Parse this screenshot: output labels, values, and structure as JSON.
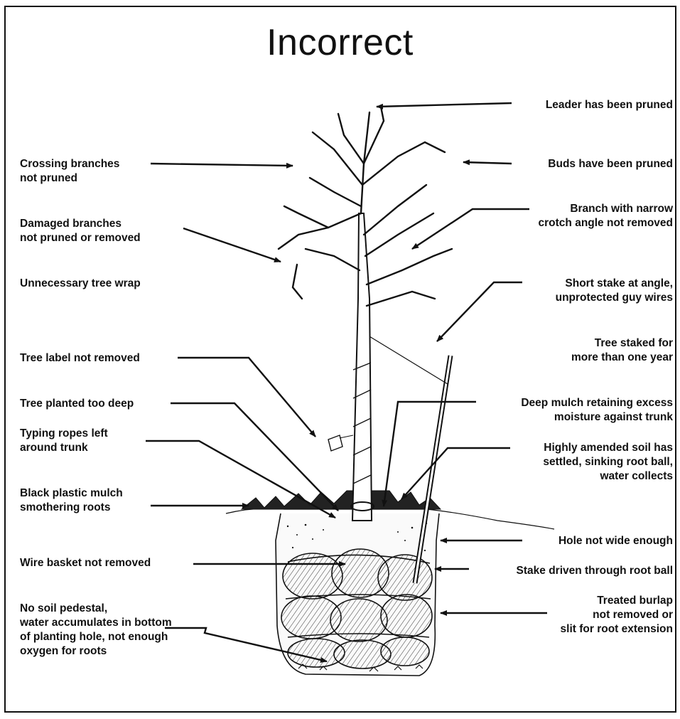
{
  "title": "Incorrect",
  "left_labels": [
    "Crossing branches\nnot pruned",
    "Damaged branches\nnot pruned or removed",
    "Unnecessary tree wrap",
    "Tree label not removed",
    "Tree planted too deep",
    "Typing ropes left\naround trunk",
    "Black plastic mulch\nsmothering roots",
    "Wire basket not removed",
    "No soil pedestal,\nwater accumulates in bottom\nof planting hole, not enough\noxygen for roots"
  ],
  "right_labels": [
    "Leader has been pruned",
    "Buds have been pruned",
    "Branch with narrow\ncrotch angle not removed",
    "Short stake at angle,\nunprotected guy wires",
    "Tree staked for\nmore than one year",
    "Deep mulch retaining excess\nmoisture against trunk",
    "Highly amended soil has\nsettled, sinking root ball,\nwater collects",
    "Hole not wide enough",
    "Stake driven through root ball",
    "Treated burlap\nnot removed or\nslit for root extension"
  ],
  "colors": {
    "ink": "#111111",
    "paper": "#ffffff",
    "burlap_shade": "#d9d9d9"
  }
}
